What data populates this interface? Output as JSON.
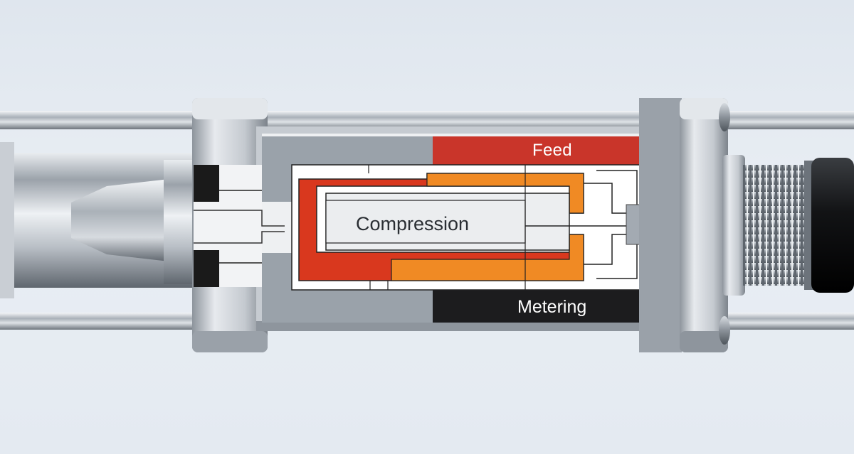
{
  "zones": {
    "feed": "Feed",
    "compression": "Compression",
    "metering": "Metering"
  },
  "colors": {
    "background": "#e4eaf1",
    "feed_zone": "#c9352a",
    "compression_zone": "#f08a24",
    "metering_zone": "#1c1c1e",
    "panel_gray": "#9aa2aa",
    "panel_white": "#eef0f2",
    "steel": "#b8bec6"
  },
  "icons": [
    "nozzle-icon",
    "threaded-fitting-icon",
    "mounting-bolt-icon"
  ]
}
